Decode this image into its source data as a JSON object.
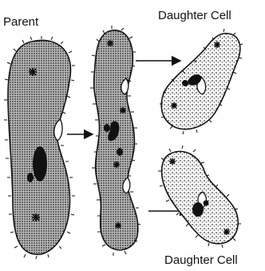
{
  "labels": {
    "parent": "Parent",
    "daughter_top": "Daughter Cell",
    "daughter_bottom": "Daughter Cell"
  },
  "colors": {
    "ink": "#111111",
    "stipple": "#3a3a3a",
    "background": "#ffffff"
  }
}
